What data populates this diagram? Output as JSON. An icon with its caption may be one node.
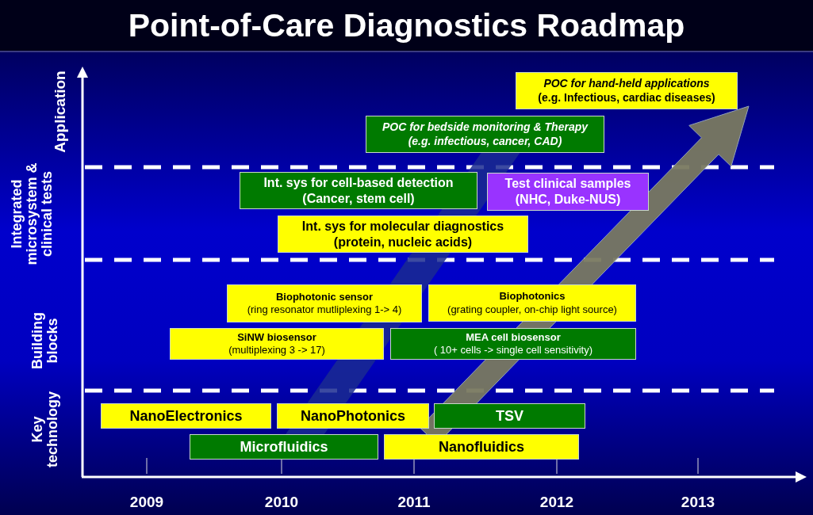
{
  "diagram": {
    "title": "Point-of-Care Diagnostics Roadmap",
    "nodes": [
      {
        "text": [
          "POC for hand-held applications",
          "(e.g. Infectious, cardiac diseases)"
        ]
      },
      {
        "text": [
          "POC for bedside monitoring & Therapy",
          "(e.g. infectious, cancer, CAD)"
        ]
      },
      {
        "text": [
          "Int. sys for cell-based detection",
          "(Cancer,  stem cell)"
        ]
      },
      {
        "text": [
          "Test clinical samples",
          "(NHC, Duke-NUS)"
        ]
      },
      {
        "text": [
          "Int. sys for molecular diagnostics",
          "(protein, nucleic acids)"
        ]
      },
      {
        "text": [
          "Biophotonic sensor",
          "(ring resonator mutliplexing 1-> 4)"
        ]
      },
      {
        "text": [
          "Biophotonics",
          "(grating coupler, on-chip light source)"
        ]
      },
      {
        "text": [
          "SiNW biosensor",
          "(multiplexing 3  -> 17)"
        ]
      },
      {
        "text": [
          "MEA cell biosensor",
          "( 10+ cells -> single cell sensitivity)"
        ]
      },
      {
        "text": [
          "NanoElectronics"
        ]
      },
      {
        "text": [
          "NanoPhotonics"
        ]
      },
      {
        "text": [
          "TSV"
        ]
      },
      {
        "text": [
          "Microfluidics"
        ]
      },
      {
        "text": [
          "Nanofluidics"
        ]
      }
    ],
    "edges": [
      {
        "from": 13,
        "to": 0,
        "arrow": "to"
      }
    ],
    "labels": [
      "Application",
      "Integrated microsystem & clinical tests",
      "Building blocks",
      "Key technology",
      "2009",
      "2010",
      "2011",
      "2012",
      "2013"
    ]
  }
}
